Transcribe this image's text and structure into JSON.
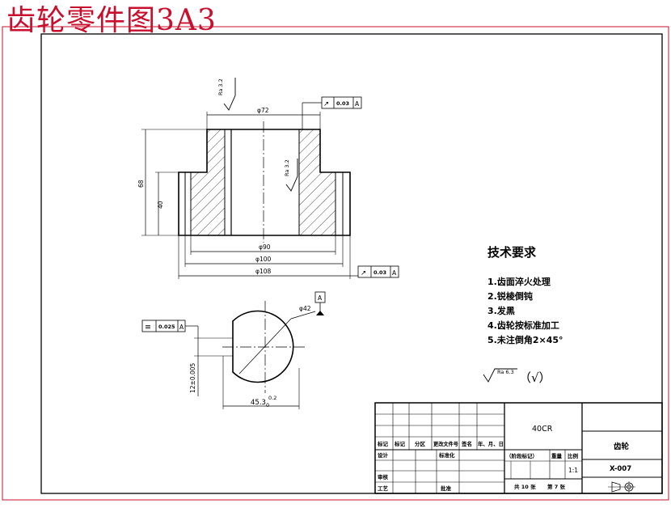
{
  "heading": "齿轮零件图3A3",
  "colors": {
    "heading": "#c8102e",
    "line": "#000000",
    "hatch": "#000000"
  },
  "section_view": {
    "dims": {
      "bore": "φ72",
      "hub_height": "68",
      "rim_height": "40",
      "d1": "φ90",
      "d2": "φ100",
      "d3": "φ108"
    },
    "roughness_top": "Ra 3.2",
    "roughness_bore": "Ra 3.2",
    "fcf_top": {
      "symbol": "↗",
      "value": "0.03",
      "datum": "A"
    },
    "fcf_bottom": {
      "symbol": "↗",
      "value": "0.03",
      "datum": "A"
    }
  },
  "end_view": {
    "dia": "φ42",
    "datum": "A",
    "fcf": {
      "symbol": "≡",
      "value": "0.025",
      "datum": "A"
    },
    "keyway_width": "12±0.005",
    "keyway_depth_base": "45.3",
    "keyway_depth_upper": "0.2",
    "keyway_depth_lower": "0"
  },
  "tech_requirements": {
    "title": "技术要求",
    "items": [
      "1.齿面淬火处理",
      "2.锐棱倒钝",
      "3.发黑",
      "4.齿轮按标准加工",
      "5.未注倒角2×45°"
    ]
  },
  "surface_default": {
    "roughness": "Ra 6.3",
    "mark": "（√）"
  },
  "title_block": {
    "material": "40CR",
    "part_name": "齿轮",
    "drawing_no": "X-007",
    "scale": "1:1",
    "scale_label": "比例",
    "weight_label": "重量",
    "material_mark": "（阶段标记）",
    "sheets": "共 10 张",
    "sheet": "第 7 张",
    "row_labels": {
      "mark": "标记",
      "count": "标记",
      "zone": "分区",
      "doc": "更改文件号",
      "sign": "签名",
      "date": "年、月、日",
      "design": "设计",
      "standard": "标准化",
      "review": "审核",
      "process": "工艺",
      "approve": "批准"
    }
  }
}
